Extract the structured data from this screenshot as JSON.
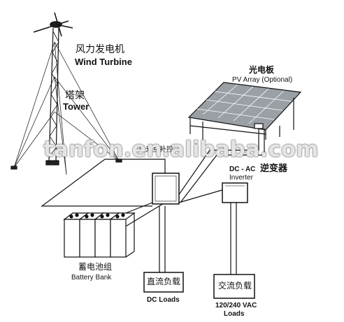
{
  "labels": {
    "wind_turbine_cn": "风力发电机",
    "wind_turbine_en": "Wind Turbine",
    "tower_cn": "塔架",
    "tower_en": "Tower",
    "pv_cn": "光电板",
    "pv_en": "PV Array (Optional)",
    "controller_cn": "风光互补控",
    "inverter_type": "DC - AC",
    "inverter_cn": "逆变器",
    "inverter_en": "Inverter",
    "battery_cn": "蓄电池组",
    "battery_en": "Battery Bank",
    "dc_box": "直流负载",
    "dc_label": "DC Loads",
    "ac_box": "交流负载",
    "ac_label1": "120/240 VAC",
    "ac_label2": "Loads"
  },
  "watermark": "tanfon.en.alibaba.com",
  "colors": {
    "line": "#111111",
    "panel": "#9aa0a6",
    "background": "#ffffff"
  }
}
